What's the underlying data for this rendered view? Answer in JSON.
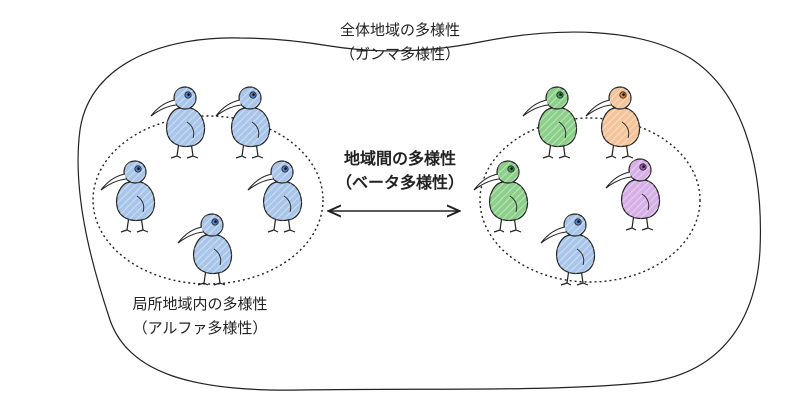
{
  "gamma": {
    "line1": "全体地域の多様性",
    "line2": "（ガンマ多様性）"
  },
  "alpha": {
    "line1": "局所地域内の多様性",
    "line2": "（アルファ多様性）"
  },
  "beta": {
    "line1": "地域間の多様性",
    "line2": "（ベータ多様性）"
  },
  "colors": {
    "outline": "#222222",
    "blue": "#a9c6ea",
    "green": "#8ccf8a",
    "orange": "#f4c49a",
    "purple": "#d6b0e6",
    "eye_blue": "#4f7fc7",
    "eye_green": "#3f9a55",
    "eye_orange": "#d9833f",
    "eye_purple": "#9a5bbf"
  },
  "left_region": {
    "birds": [
      {
        "color": "blue"
      },
      {
        "color": "blue"
      },
      {
        "color": "blue"
      },
      {
        "color": "blue"
      },
      {
        "color": "blue"
      }
    ]
  },
  "right_region": {
    "birds": [
      {
        "color": "green"
      },
      {
        "color": "orange"
      },
      {
        "color": "green"
      },
      {
        "color": "purple"
      },
      {
        "color": "blue"
      }
    ]
  }
}
